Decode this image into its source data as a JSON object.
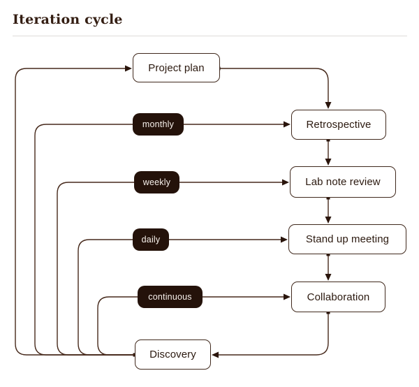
{
  "header": {
    "title": "Iteration cycle"
  },
  "diagram": {
    "nodes": [
      {
        "id": "project-plan",
        "label": "Project plan",
        "type": "box"
      },
      {
        "id": "retrospective",
        "label": "Retrospective",
        "type": "box"
      },
      {
        "id": "lab-note-review",
        "label": "Lab note review",
        "type": "box"
      },
      {
        "id": "stand-up-meeting",
        "label": "Stand up meeting",
        "type": "box"
      },
      {
        "id": "collaboration",
        "label": "Collaboration",
        "type": "box"
      },
      {
        "id": "discovery",
        "label": "Discovery",
        "type": "box"
      },
      {
        "id": "monthly",
        "label": "monthly",
        "type": "pill"
      },
      {
        "id": "weekly",
        "label": "weekly",
        "type": "pill"
      },
      {
        "id": "daily",
        "label": "daily",
        "type": "pill"
      },
      {
        "id": "continuous",
        "label": "continuous",
        "type": "pill"
      }
    ],
    "edges": [
      {
        "from": "Project plan",
        "to": "Retrospective"
      },
      {
        "from": "Retrospective",
        "to": "Lab note review"
      },
      {
        "from": "Lab note review",
        "to": "Stand up meeting"
      },
      {
        "from": "Stand up meeting",
        "to": "Collaboration"
      },
      {
        "from": "Collaboration",
        "to": "Discovery"
      },
      {
        "from": "Discovery",
        "to": "Project plan"
      },
      {
        "from": "Discovery",
        "via": "monthly",
        "to": "Retrospective"
      },
      {
        "from": "Discovery",
        "via": "weekly",
        "to": "Lab note review"
      },
      {
        "from": "Discovery",
        "via": "daily",
        "to": "Stand up meeting"
      },
      {
        "from": "Discovery",
        "via": "continuous",
        "to": "Collaboration"
      }
    ],
    "colors": {
      "title": "#341e13",
      "divider": "#dedcd8",
      "background": "#ffffff",
      "edge_stroke": "#46291b",
      "box_fill": "#ffffff",
      "box_border": "#40291d",
      "box_text": "#2b190f",
      "pill_fill": "#24120a",
      "pill_text": "#f7f1ec",
      "marker": "#2a150c"
    }
  }
}
